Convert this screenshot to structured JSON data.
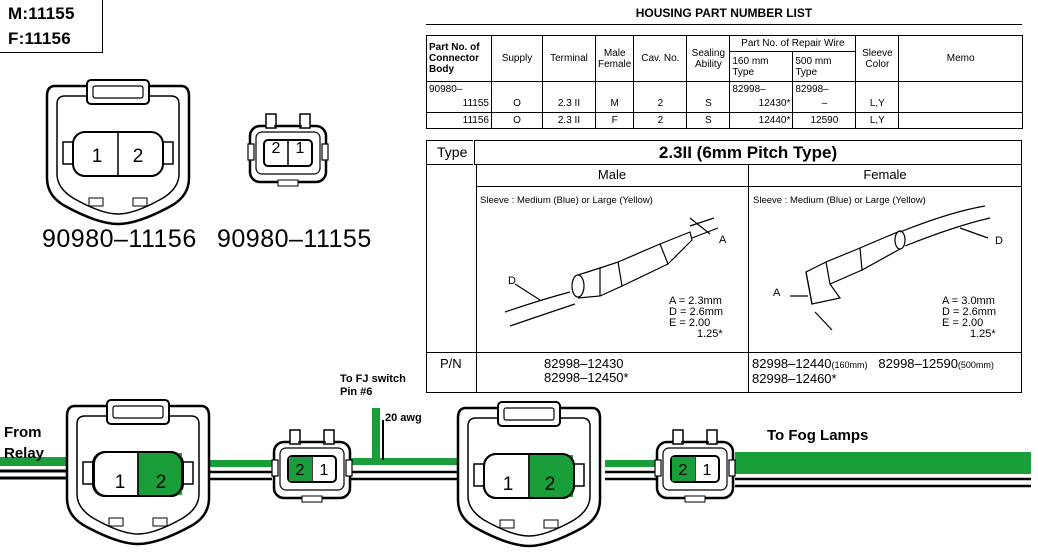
{
  "header": {
    "male_part": "M:11155",
    "female_part": "F:11156"
  },
  "connectors": {
    "large_label": "90980–11156",
    "small_label": "90980–11155",
    "cavity_1": "1",
    "cavity_2": "2"
  },
  "table": {
    "title": "HOUSING PART NUMBER LIST",
    "headers": {
      "part_no": "Part No. of Connector Body",
      "supply": "Supply",
      "terminal": "Terminal",
      "male_female": "Male Female",
      "cav_no": "Cav. No.",
      "sealing": "Sealing Ability",
      "repair_wire": "Part No. of Repair Wire",
      "len_160": "160 mm Type",
      "len_500": "500 mm Type",
      "sleeve_color": "Sleeve Color",
      "memo": "Memo"
    },
    "rows": [
      {
        "part_top": "90980–",
        "part": "11155",
        "supply": "O",
        "terminal": "2.3 II",
        "mf": "M",
        "cav": "2",
        "sealing": "S",
        "w160_top": "82998–",
        "w160": "12430*",
        "w500_top": "82998–",
        "w500": "–",
        "sleeve": "L,Y",
        "memo": ""
      },
      {
        "part_top": "",
        "part": "11156",
        "supply": "O",
        "terminal": "2.3 II",
        "mf": "F",
        "cav": "2",
        "sealing": "S",
        "w160_top": "",
        "w160": "12440*",
        "w500_top": "",
        "w500": "12590",
        "sleeve": "L,Y",
        "memo": ""
      }
    ],
    "type_label": "Type",
    "type_value": "2.3II (6mm Pitch Type)",
    "male_header": "Male",
    "female_header": "Female",
    "sleeve_text": "Sleeve : Medium (Blue) or Large (Yellow)",
    "male_spec": {
      "a": "A = 2.3mm",
      "d": "D = 2.6mm",
      "e": "E = 2.00",
      "e2": "1.25*"
    },
    "female_spec": {
      "a": "A = 3.0mm",
      "d": "D = 2.6mm",
      "e": "E = 2.00",
      "e2": "1.25*"
    },
    "callout_a": "A",
    "callout_d": "D",
    "pn_label": "P/N",
    "male_pn": [
      "82998–12430",
      "82998–12450*"
    ],
    "female_pn_1": "82998–12440",
    "female_pn_1_note": "(160mm)",
    "female_pn_2": "82998–12590",
    "female_pn_2_note": "(500mm)",
    "female_pn_3": "82998–12460*"
  },
  "wiring": {
    "from_relay_1": "From",
    "from_relay_2": "Relay",
    "fj_switch_1": "To FJ switch",
    "fj_switch_2": "Pin #6",
    "awg": "20 awg",
    "fog_lamps": "To Fog Lamps",
    "wire_color": "#1a9e3a"
  }
}
